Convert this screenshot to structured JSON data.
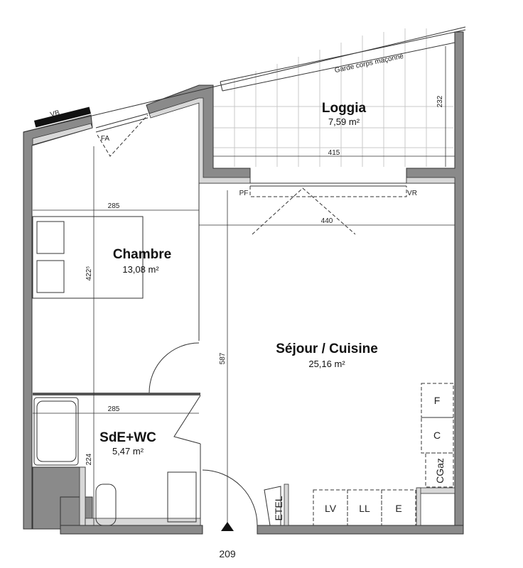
{
  "rooms": {
    "loggia": {
      "name": "Loggia",
      "area": "7,59 m²"
    },
    "chambre": {
      "name": "Chambre",
      "area": "13,08 m²"
    },
    "sejour": {
      "name": "Séjour / Cuisine",
      "area": "25,16 m²"
    },
    "sde": {
      "name": "SdE+WC",
      "area": "5,47 m²"
    }
  },
  "annotations": {
    "garde_corps": "Garde corps maçonné",
    "vb": "VB",
    "fa": "FA",
    "pf": "PF",
    "vr": "VR"
  },
  "dimensions": {
    "loggia_width": "415",
    "loggia_depth": "232",
    "sejour_width": "440",
    "sejour_depth": "587",
    "chambre_width": "285",
    "chambre_depth": "422⁵",
    "sde_width": "285",
    "sde_depth": "224"
  },
  "equipment": {
    "fridge": "F",
    "cooker": "C",
    "gas_meter": "CGaz",
    "etel": "ETEL",
    "dishwasher": "LV",
    "washing_machine": "LL",
    "sink": "E"
  },
  "entrance": {
    "unit_number": "209"
  }
}
